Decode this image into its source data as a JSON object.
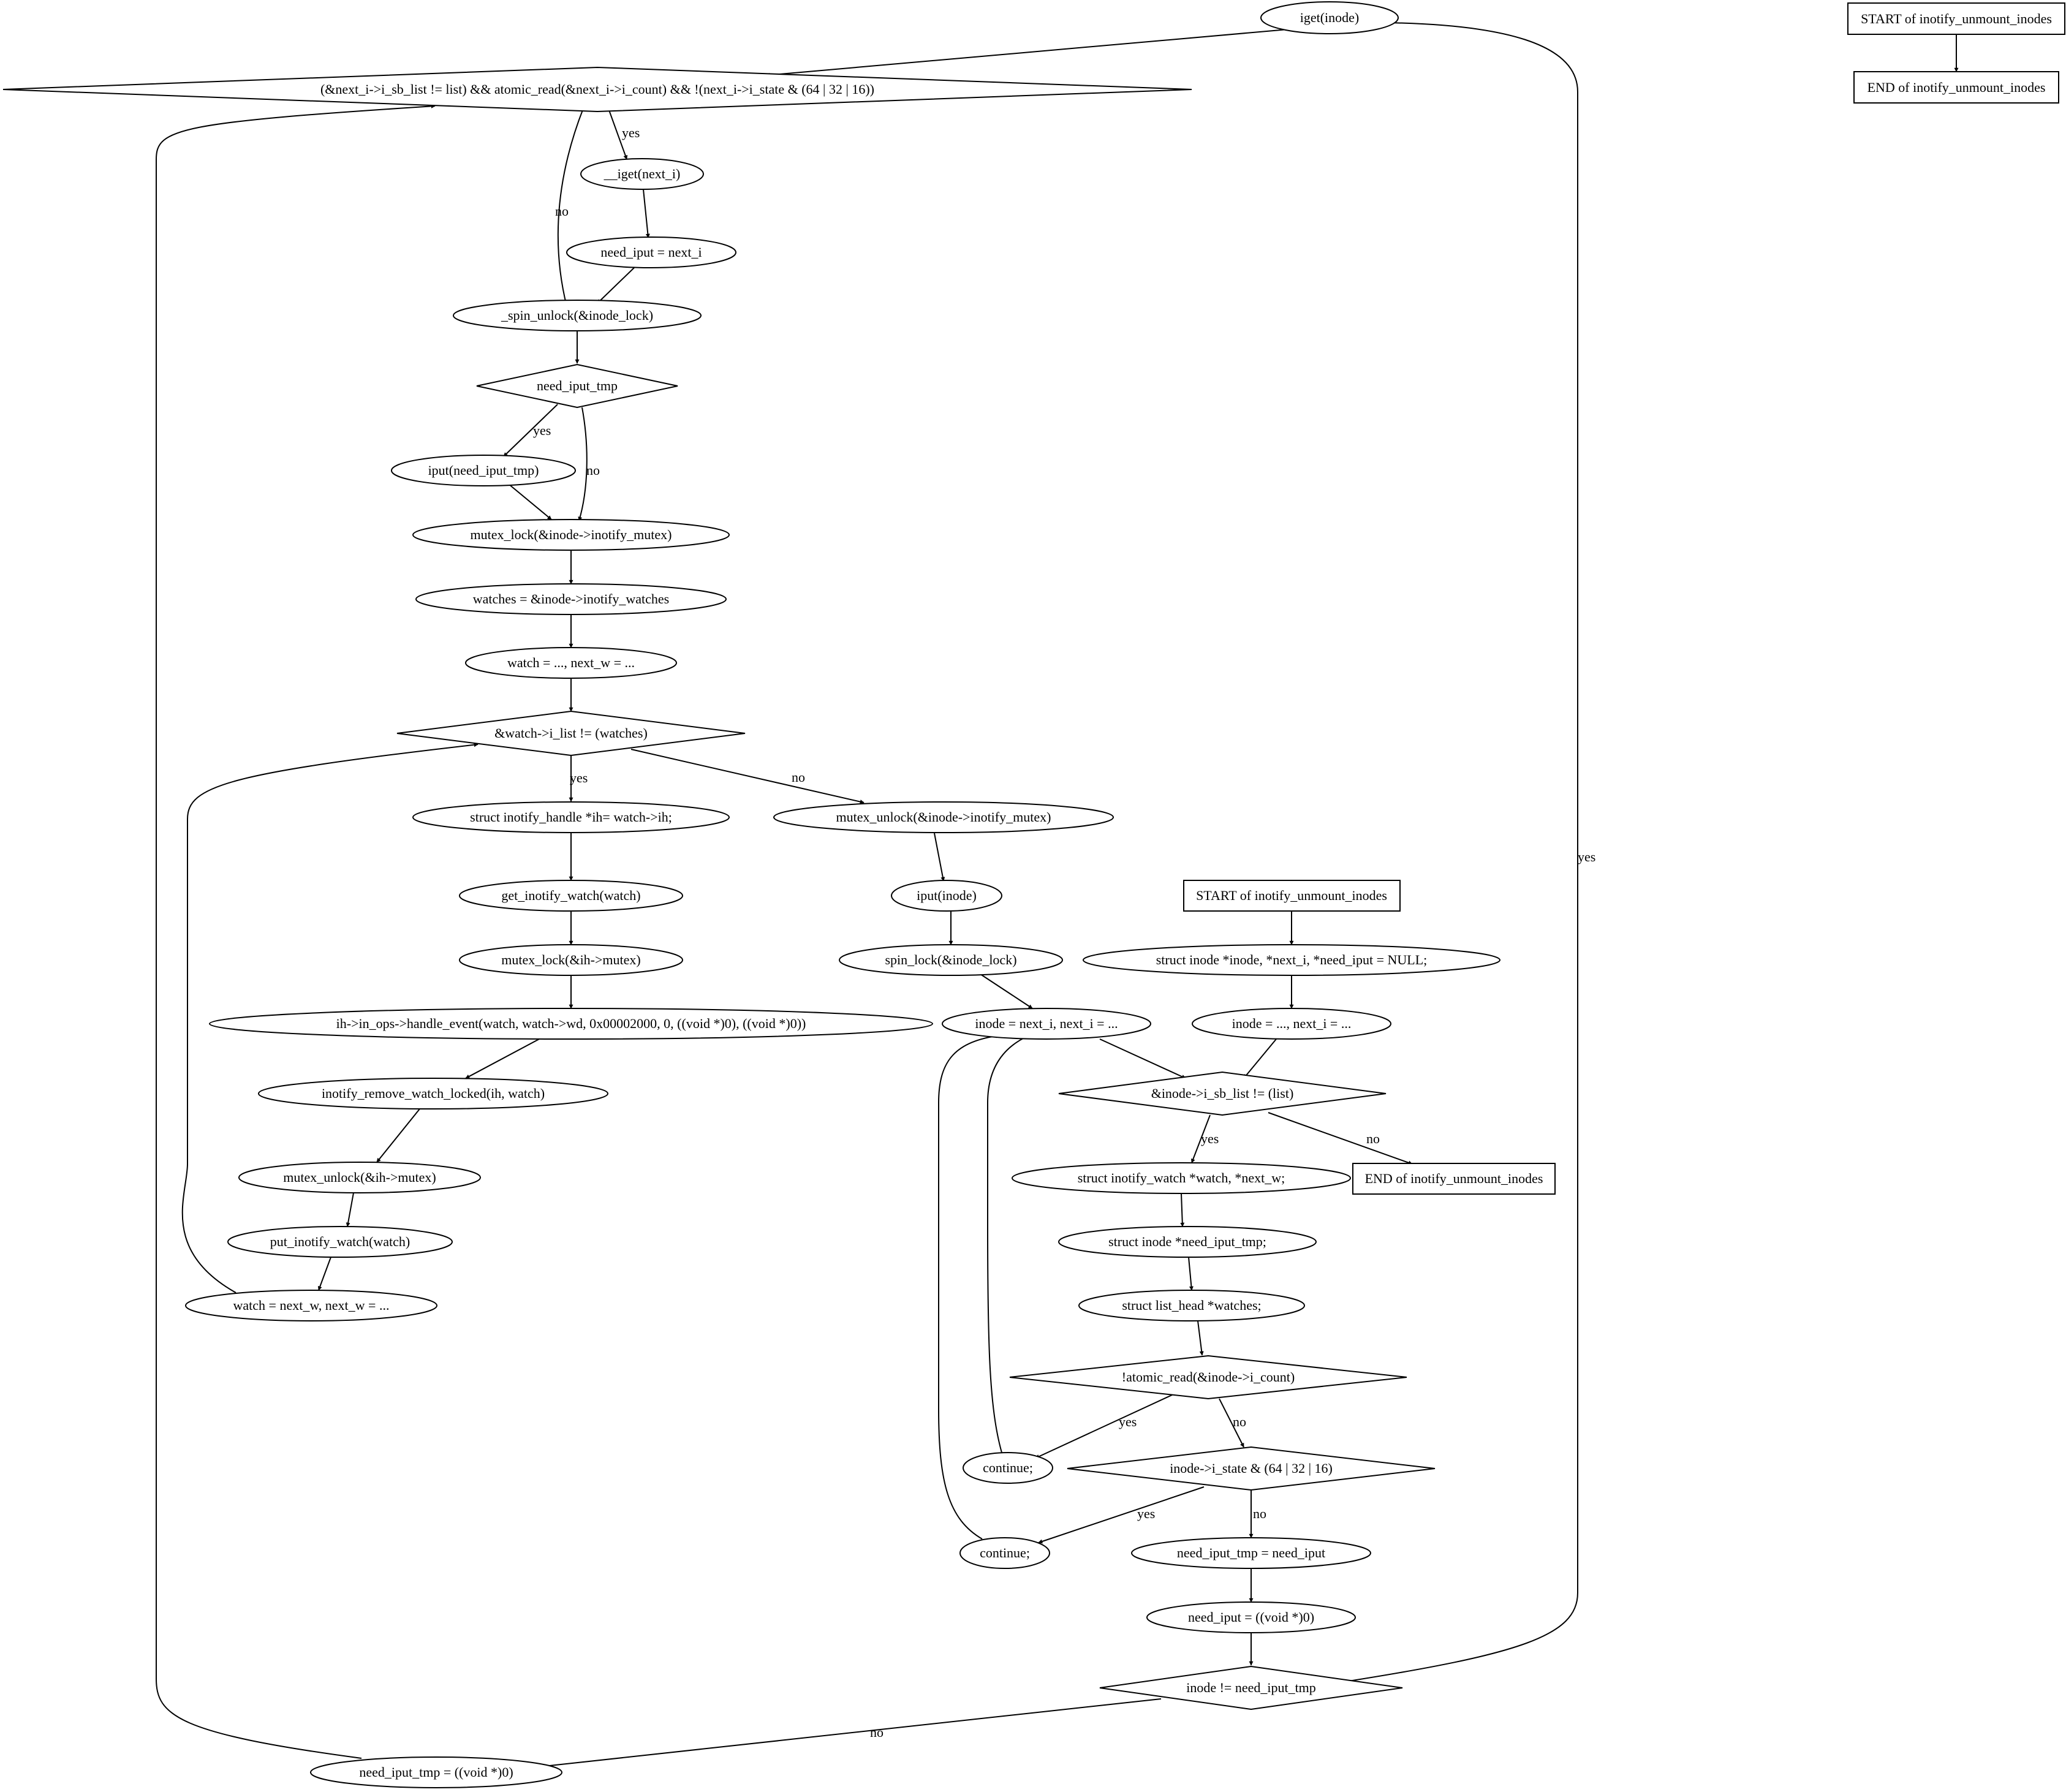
{
  "colors": {
    "highlight_blue": "#add8e6",
    "highlight_yellow": "#ffff00",
    "stroke": "#000000",
    "background": "#ffffff"
  },
  "nodes": {
    "start_top": "START of inotify_unmount_inodes",
    "end_top": "END of inotify_unmount_inodes",
    "iget": "iget(inode)",
    "cond_next": "(&next_i->i_sb_list != list) && atomic_read(&next_i->i_count) && !(next_i->i_state & (64 | 32 | 16))",
    "__iget": "__iget(next_i)",
    "need_iput_next": "need_iput = next_i",
    "spin_unlock": "_spin_unlock(&inode_lock)",
    "need_iput_tmp_cond": "need_iput_tmp",
    "iput_tmp": "iput(need_iput_tmp)",
    "mutex_lock_inotify": "mutex_lock(&inode->inotify_mutex)",
    "watches_assign": "watches = &inode->inotify_watches",
    "watch_assign": "watch = ..., next_w = ...",
    "watch_list_cond": "&watch->i_list != (watches)",
    "ih_decl": "struct inotify_handle *ih= watch->ih;",
    "mutex_unlock_inotify": "mutex_unlock(&inode->inotify_mutex)",
    "get_watch": "get_inotify_watch(watch)",
    "iput_inode": "iput(inode)",
    "start_mid": "START of inotify_unmount_inodes",
    "mutex_lock_ih": "mutex_lock(&ih->mutex)",
    "spin_lock": "spin_lock(&inode_lock)",
    "decl_inode": "struct inode *inode, *next_i, *need_iput = NULL;",
    "handle_event": "ih->in_ops->handle_event(watch, watch->wd, 0x00002000, 0, ((void *)0), ((void *)0))",
    "inode_next": "inode = next_i, next_i = ...",
    "inode_assign": "inode = ..., next_i = ...",
    "remove_watch": "inotify_remove_watch_locked(ih, watch)",
    "sb_list_cond": "&inode->i_sb_list != (list)",
    "mutex_unlock_ih": "mutex_unlock(&ih->mutex)",
    "watch_decl": "struct inotify_watch *watch, *next_w;",
    "end_mid": "END of inotify_unmount_inodes",
    "put_watch": "put_inotify_watch(watch)",
    "need_iput_tmp_decl": "struct inode *need_iput_tmp;",
    "watch_next": "watch = next_w, next_w = ...",
    "watches_decl": "struct list_head *watches;",
    "atomic_cond": "!atomic_read(&inode->i_count)",
    "continue_1": "continue;",
    "state_cond": "inode->i_state & (64 | 32 | 16)",
    "continue_2": "continue;",
    "tmp_assign": "need_iput_tmp = need_iput",
    "need_iput_null": "need_iput = ((void *)0)",
    "inode_ne_cond": "inode != need_iput_tmp",
    "tmp_null": "need_iput_tmp = ((void *)0)"
  },
  "edge_labels": {
    "yes_iget": "yes",
    "no_spin": "no",
    "yes_iput_tmp": "yes",
    "no_mutex_lock": "no",
    "yes_ih": "yes",
    "no_mutex_unlock": "no",
    "yes_watch_decl": "yes",
    "no_end": "no",
    "yes_continue_1": "yes",
    "no_state": "no",
    "yes_continue_2": "yes",
    "no_tmp_assign": "no",
    "yes_to_iget": "yes",
    "no_tmp_null": "no"
  }
}
